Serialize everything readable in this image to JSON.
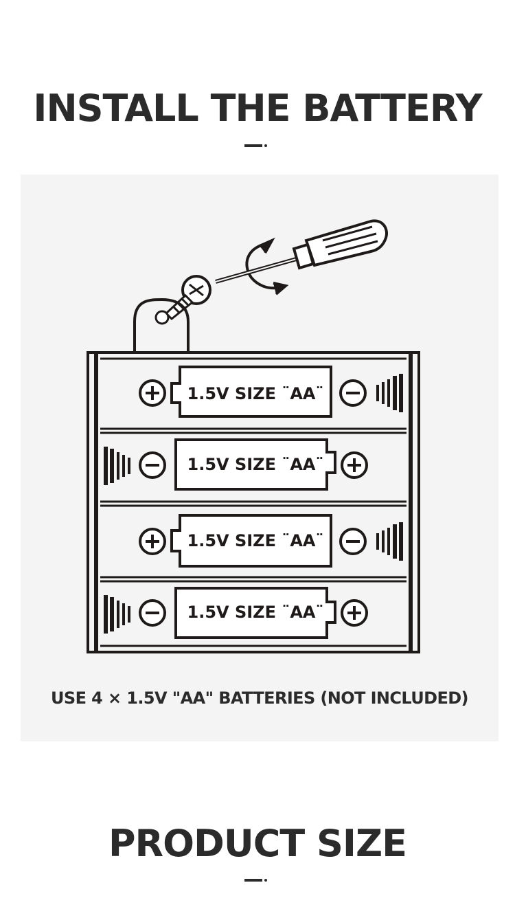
{
  "sections": {
    "install": {
      "title": "INSTALL THE BATTERY"
    },
    "product": {
      "title": "PRODUCT SIZE"
    }
  },
  "diagram": {
    "battery_label": "1.5V SIZE ¨AA¨",
    "caption": "USE 4 × 1.5V \"AA\" BATTERIES (NOT INCLUDED)",
    "icons": [
      "screwdriver-icon",
      "screw-icon",
      "rotate-arrow-icon",
      "plus-terminal-icon",
      "minus-terminal-icon",
      "spring-icon"
    ]
  },
  "colors": {
    "ink": "#2b2b2b",
    "panel": "#f4f4f4",
    "background": "#ffffff"
  }
}
